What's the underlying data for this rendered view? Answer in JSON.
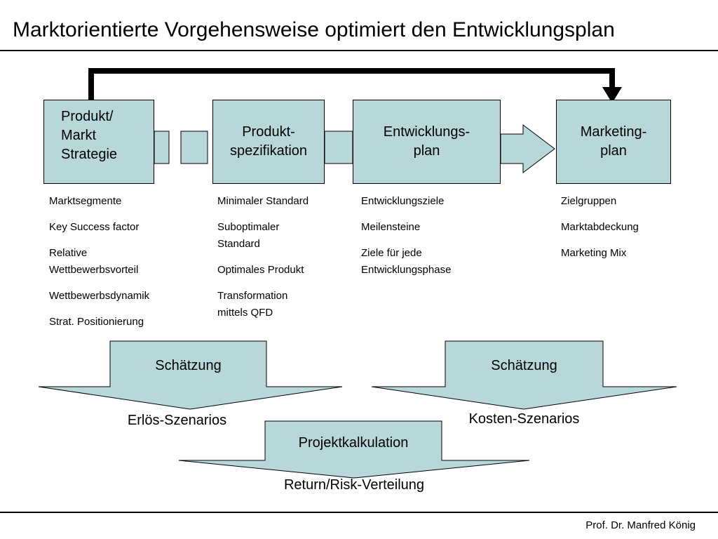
{
  "title": "Marktorientierte Vorgehensweise optimiert den Entwicklungsplan",
  "footer": "Prof. Dr. Manfred König",
  "colors": {
    "shape_fill": "#b8d7da",
    "line": "#000000",
    "background": "#ffffff"
  },
  "process": {
    "boxes": [
      {
        "label": "Produkt/\nMarkt\nStrategie"
      },
      {
        "label": "Produkt-\nspezifikation"
      },
      {
        "label": "Entwicklungs-\nplan"
      },
      {
        "label": "Marketing-\nplan"
      }
    ],
    "columns": [
      {
        "items": [
          "Marktsegmente",
          "Key Success factor",
          "Relative\nWettbewerbsvorteil",
          "Wettbewerbsdynamik",
          "Strat. Positionierung"
        ]
      },
      {
        "items": [
          "Minimaler Standard",
          "Suboptimaler\nStandard",
          "Optimales Produkt",
          "Transformation\nmittels QFD"
        ]
      },
      {
        "items": [
          "Entwicklungsziele",
          "Meilensteine",
          "Ziele für jede\nEntwicklungsphase"
        ]
      },
      {
        "items": [
          "Zielgruppen",
          "Marktabdeckung",
          "Marketing Mix"
        ]
      }
    ]
  },
  "funnel": {
    "estimation_left": {
      "label": "Schätzung",
      "result": "Erlös-Szenarios"
    },
    "estimation_right": {
      "label": "Schätzung",
      "result": "Kosten-Szenarios"
    },
    "calculation": {
      "label": "Projektkalkulation",
      "result": "Return/Risk-Verteilung"
    }
  }
}
